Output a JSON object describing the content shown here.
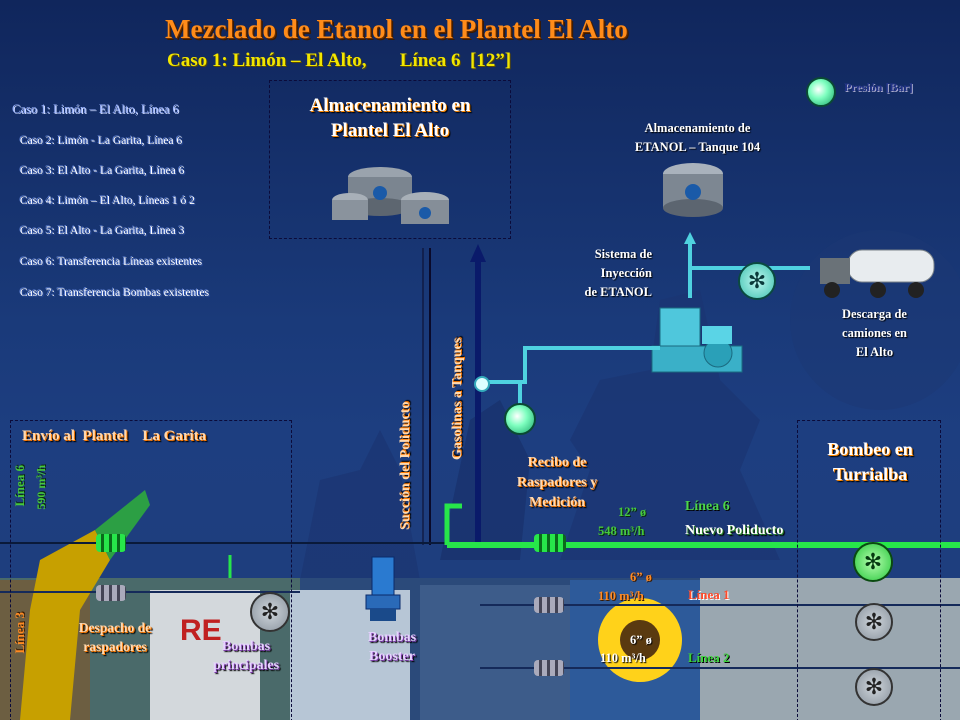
{
  "header": {
    "title": "Mezclado de Etanol en el Plantel El Alto",
    "subtitle": "Caso 1: Limón – El Alto,       Línea 6  [12”]"
  },
  "legend": {
    "label": "Presión [Bar]"
  },
  "menu": {
    "active": "Caso 1: Limón – El Alto,  Línea 6",
    "items": [
      "Caso 2: Limón - La Garita, Línea 6",
      "Caso 3: El Alto - La Garita, Línea 6",
      "Caso 4: Limón – El Alto,  Líneas 1 ó 2",
      "Caso 5: El Alto - La Garita, Línea 3",
      "Caso 6: Transferencia Líneas existentes",
      "Caso 7: Transferencia Bombas existentes"
    ]
  },
  "storage_box": {
    "label": "Almacenamiento en Plantel El Alto"
  },
  "ethanol_tank": {
    "label_line1": "Almacenamiento de",
    "label_line2": "ETANOL – Tanque 104"
  },
  "injection": {
    "line1": "Sistema de",
    "line2": "Inyección",
    "line3": "de ETANOL"
  },
  "truck": {
    "line1": "Descarga de",
    "line2": "camiones en",
    "line3": "El Alto"
  },
  "vertical": {
    "succion": "Succión del Poliducto",
    "gasolinas": "Gasolinas a Tanques"
  },
  "garita_box": {
    "label": "Envío al  Plantel    La Garita"
  },
  "turrialba_box": {
    "label": "Bombeo en Turrialba"
  },
  "recibo": {
    "label": "Recibo de Raspadores y Medición"
  },
  "flows": {
    "l6_diam": "12” ø",
    "l6_flow": "548 m³/h",
    "l1_diam": "6” ø",
    "l1_flow": "110 m³/h",
    "l2_diam": "6” ø",
    "l2_flow": "110 m³/h"
  },
  "lines": {
    "linea6_name": "Línea 6",
    "linea6_sub": "Nuevo Poliducto",
    "linea1": "Línea 1",
    "linea2": "Línea 2",
    "left_linea6": "Línea 6",
    "left_flow": "590 m³/h",
    "left_linea3": "Línea 3"
  },
  "bottom": {
    "despacho": "Despacho de raspadores",
    "bombas": "Bombas principales",
    "booster": "Bombas Booster"
  },
  "colors": {
    "pipe_green": "#27e64a",
    "title_orange": "#ff8c1a",
    "subtitle_yellow": "#f2e600"
  }
}
